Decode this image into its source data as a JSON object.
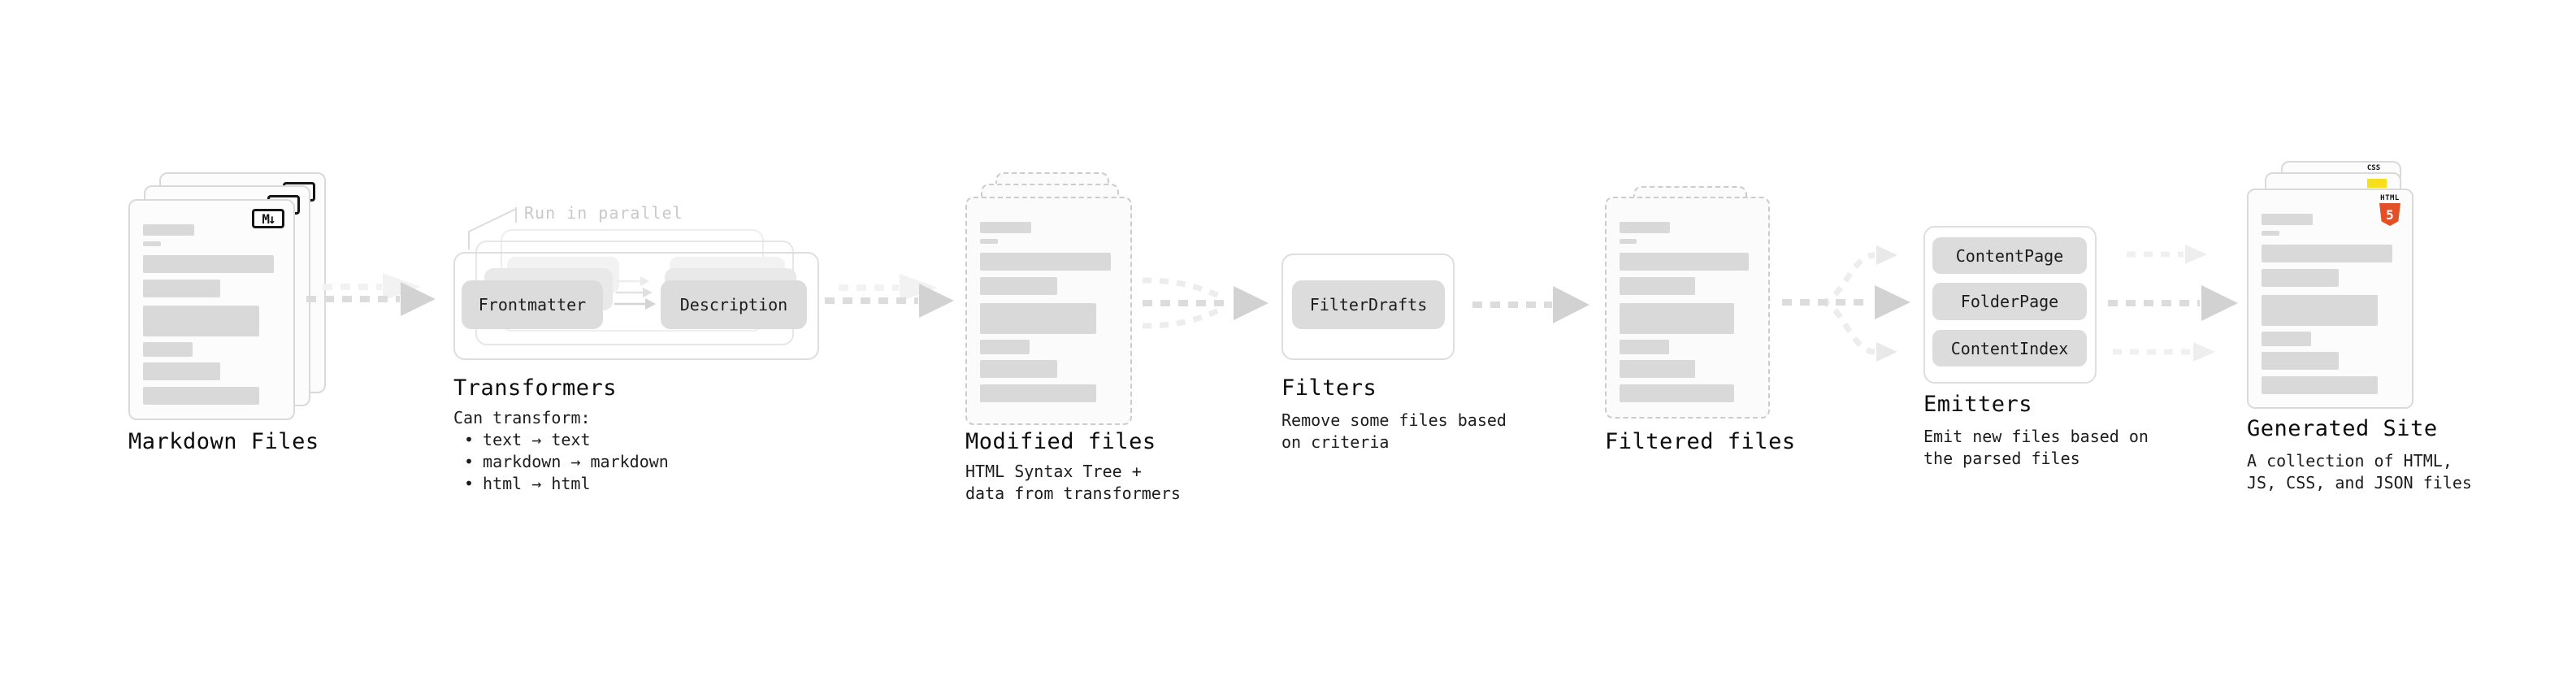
{
  "palette": {
    "card_border": "#dadada",
    "dashed_border": "#cccccc",
    "placeholder_bar": "#d9d9d9",
    "chip_bg": "#dcdcdc",
    "arrow_main": "#dcdcdc",
    "arrow_head": "#d2d2d2",
    "arrow_ghost": "#f1f1f1",
    "annotation_gray": "#c9c9c9",
    "html5_orange": "#e34f26",
    "js_yellow": "#f7df1e",
    "css_blue": "#2965f1"
  },
  "file_card": {
    "bars": [
      {
        "w": 38,
        "h": 14,
        "mt": 0
      },
      {
        "w": 13,
        "h": 6,
        "mt": 7
      },
      {
        "w": 97,
        "h": 22,
        "mt": 11
      },
      {
        "w": 57,
        "h": 22,
        "mt": 8
      },
      {
        "w": 86,
        "h": 38,
        "mt": 10
      },
      {
        "w": 37,
        "h": 18,
        "mt": 7
      },
      {
        "w": 57,
        "h": 22,
        "mt": 7
      },
      {
        "w": 86,
        "h": 22,
        "mt": 8
      }
    ]
  },
  "stages": {
    "markdown": {
      "title": "Markdown Files",
      "badge": "M↓"
    },
    "transformers": {
      "title": "Transformers",
      "annotation": "Run in parallel",
      "chip_left": "Frontmatter",
      "chip_right": "Description",
      "body_title": "Can transform:",
      "bullet_char": "•",
      "bullets": [
        "text → text",
        "markdown → markdown",
        "html → html"
      ]
    },
    "modified": {
      "title": "Modified files",
      "desc": [
        "HTML Syntax Tree +",
        "data from transformers"
      ]
    },
    "filters": {
      "title": "Filters",
      "chip": "FilterDrafts",
      "desc": [
        "Remove some files based",
        "on criteria"
      ]
    },
    "filtered": {
      "title": "Filtered files"
    },
    "emitters": {
      "title": "Emitters",
      "chips": [
        "ContentPage",
        "FolderPage",
        "ContentIndex"
      ],
      "desc": [
        "Emit new files based on",
        "the parsed files"
      ]
    },
    "generated": {
      "title": "Generated Site",
      "desc": [
        "A collection of HTML,",
        "JS, CSS, and JSON files"
      ],
      "html_badge_label": "HTML",
      "html_badge_number": "5",
      "css_badge_label": "CSS"
    }
  }
}
